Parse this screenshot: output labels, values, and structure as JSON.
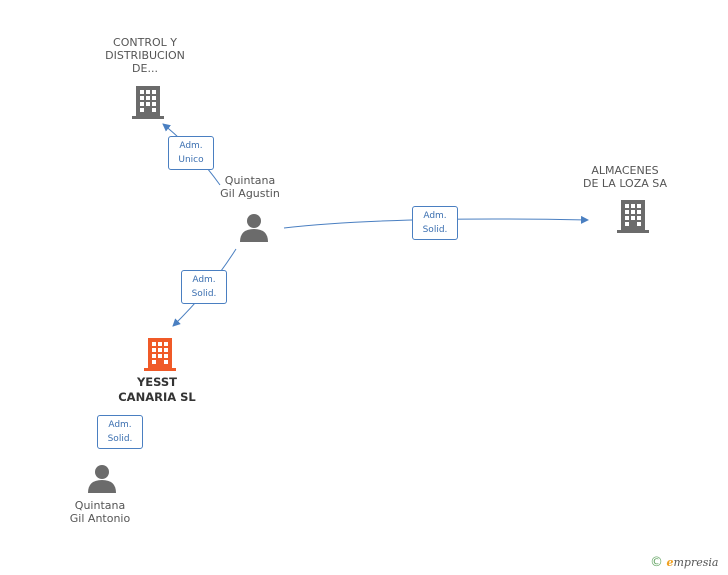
{
  "nodes": {
    "control": {
      "label_lines": [
        "CONTROL Y",
        "DISTRIBUCION",
        "DE..."
      ]
    },
    "almacenes": {
      "label_lines": [
        "ALMACENES",
        "DE LA LOZA SA"
      ]
    },
    "yesst": {
      "label_lines": [
        "YESST",
        "CANARIA  SL"
      ]
    },
    "quintana_agustin": {
      "label_lines": [
        "Quintana",
        "Gil Agustin"
      ]
    },
    "quintana_antonio": {
      "label_lines": [
        "Quintana",
        "Gil Antonio"
      ]
    }
  },
  "edges": {
    "to_control": {
      "line1": "Adm.",
      "line2": "Unico"
    },
    "to_almacenes": {
      "line1": "Adm.",
      "line2": "Solid."
    },
    "to_yesst": {
      "line1": "Adm.",
      "line2": "Solid."
    },
    "antonio_yesst": {
      "line1": "Adm.",
      "line2": "Solid."
    }
  },
  "colors": {
    "company": "#6b6b6b",
    "focus_company": "#f05a28",
    "person": "#6b6b6b",
    "link": "#4a7fc1"
  },
  "icons": {
    "company": "building-icon",
    "person": "person-icon"
  },
  "footer": {
    "copyright": "©",
    "brand_e": "e",
    "brand_rest": "mpresia"
  }
}
